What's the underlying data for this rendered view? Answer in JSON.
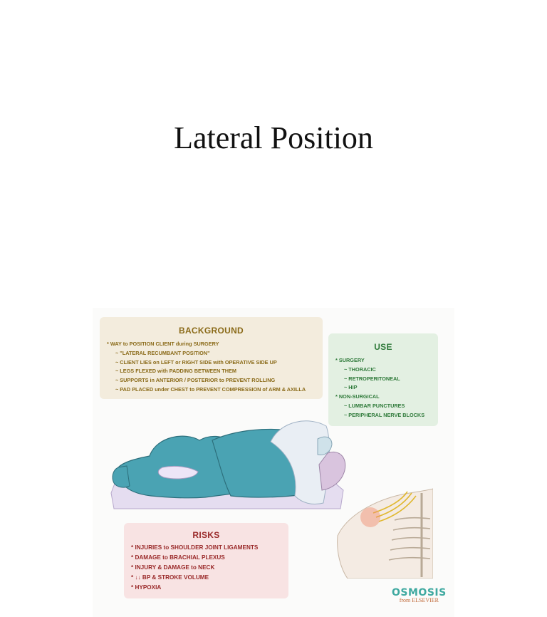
{
  "slide": {
    "title": "Lateral Position"
  },
  "background": {
    "heading": "BACKGROUND",
    "items": [
      "WAY to POSITION CLIENT during SURGERY",
      "\"LATERAL RECUMBANT POSITION\"",
      "CLIENT LIES on LEFT or RIGHT SIDE with OPERATIVE SIDE UP",
      "LEGS FLEXED with PADDING BETWEEN THEM",
      "SUPPORTS in ANTERIOR / POSTERIOR to PREVENT ROLLING",
      "PAD PLACED under CHEST to PREVENT COMPRESSION of ARM & AXILLA"
    ]
  },
  "use": {
    "heading": "USE",
    "items": [
      "SURGERY",
      "THORACIC",
      "RETROPERITONEAL",
      "HIP",
      "NON-SURGICAL",
      "LUMBAR PUNCTURES",
      "PERIPHERAL NERVE BLOCKS"
    ]
  },
  "risks": {
    "heading": "RISKS",
    "items": [
      "INJURIES to SHOULDER JOINT LIGAMENTS",
      "DAMAGE to BRACHIAL PLEXUS",
      "INJURY & DAMAGE to NECK",
      "↓↓ BP & STROKE VOLUME",
      "HYPOXIA"
    ]
  },
  "logo": {
    "name": "OSMOSIS",
    "tagline": "from ELSEVIER"
  },
  "colors": {
    "background_box": "#f3ecdd",
    "background_text": "#8a6a18",
    "use_box": "#e3f0e2",
    "use_text": "#2f7a3a",
    "risks_box": "#f8e3e3",
    "risks_text": "#9a2a2a",
    "patient_body": "#4aa3b3",
    "drape": "#e9eef4",
    "mat": "#e5ddf0"
  }
}
